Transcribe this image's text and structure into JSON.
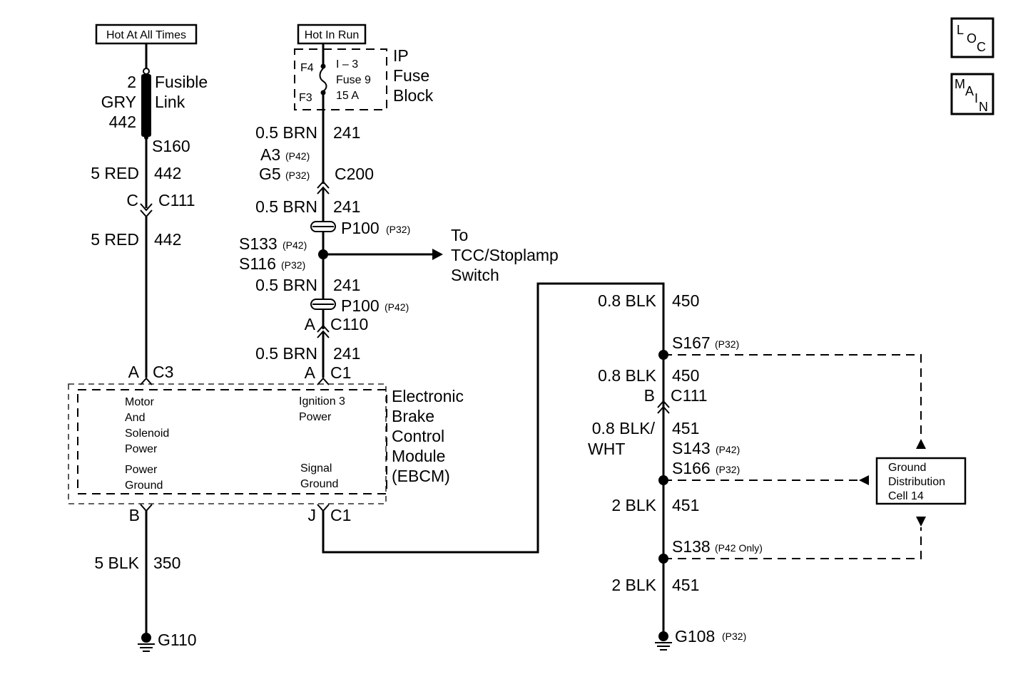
{
  "nav": {
    "loc_letters": [
      "L",
      "O",
      "C"
    ],
    "main_letters": [
      "M",
      "A",
      "I",
      "N"
    ]
  },
  "power_sources": {
    "left": "Hot At All Times",
    "right": "Hot In Run"
  },
  "fusible_link": {
    "size": "2",
    "color": "GRY",
    "circuit": "442",
    "label_line1": "Fusible",
    "label_line2": "Link",
    "splice": "S160"
  },
  "left_circuit": {
    "wire1_gauge": "5 RED",
    "wire1_circuit": "442",
    "conn_pin": "C",
    "conn_name": "C111",
    "wire2_gauge": "5 RED",
    "wire2_circuit": "442",
    "ebcm_pin": "A",
    "ebcm_conn": "C3",
    "ground_pin": "B",
    "ground_wire_gauge": "5 BLK",
    "ground_wire_circuit": "350",
    "ground_name": "G110"
  },
  "fuse_block": {
    "top_terminal": "F4",
    "bottom_terminal": "F3",
    "fuse_line1": "I – 3",
    "fuse_line2": "Fuse 9",
    "fuse_line3": "15 A",
    "label_line1": "IP",
    "label_line2": "Fuse",
    "label_line3": "Block"
  },
  "middle_circuit": {
    "wire1_gauge": "0.5 BRN",
    "wire1_circuit": "241",
    "c200_pin_a": "A3",
    "c200_pin_a_note": "(P42)",
    "c200_pin_b": "G5",
    "c200_pin_b_note": "(P32)",
    "c200_name": "C200",
    "wire2_gauge": "0.5 BRN",
    "wire2_circuit": "241",
    "p100_a": "P100",
    "p100_a_note": "(P32)",
    "splice_a": "S133",
    "splice_a_note": "(P42)",
    "splice_b": "S116",
    "splice_b_note": "(P32)",
    "to_line1": "To",
    "to_line2": "TCC/Stoplamp",
    "to_line3": "Switch",
    "wire3_gauge": "0.5 BRN",
    "wire3_circuit": "241",
    "p100_b": "P100",
    "p100_b_note": "(P42)",
    "c110_pin": "A",
    "c110_name": "C110",
    "wire4_gauge": "0.5 BRN",
    "wire4_circuit": "241",
    "ebcm_pin": "A",
    "ebcm_conn": "C1",
    "signal_pin": "J",
    "signal_conn": "C1"
  },
  "ebcm": {
    "motor_line1": "Motor",
    "motor_line2": "And",
    "motor_line3": "Solenoid",
    "motor_line4": "Power",
    "ignition_line1": "Ignition 3",
    "ignition_line2": "Power",
    "pg_line1": "Power",
    "pg_line2": "Ground",
    "sg_line1": "Signal",
    "sg_line2": "Ground",
    "name_line1": "Electronic",
    "name_line2": "Brake",
    "name_line3": "Control",
    "name_line4": "Module",
    "name_line5": "(EBCM)"
  },
  "right_circuit": {
    "wire1_gauge": "0.8 BLK",
    "wire1_circuit": "450",
    "s167": "S167",
    "s167_note": "(P32)",
    "wire2_gauge": "0.8 BLK",
    "wire2_circuit": "450",
    "c111_pin": "B",
    "c111_name": "C111",
    "wire3_gauge_line1": "0.8 BLK/",
    "wire3_gauge_line2": "WHT",
    "wire3_circuit": "451",
    "s143": "S143",
    "s143_note": "(P42)",
    "s166": "S166",
    "s166_note": "(P32)",
    "wire4_gauge": "2 BLK",
    "wire4_circuit": "451",
    "s138": "S138",
    "s138_note": "(P42 Only)",
    "wire5_gauge": "2 BLK",
    "wire5_circuit": "451",
    "ground_name": "G108",
    "ground_note": "(P32)"
  },
  "ground_distribution": {
    "line1": "Ground",
    "line2": "Distribution",
    "line3": "Cell 14"
  }
}
